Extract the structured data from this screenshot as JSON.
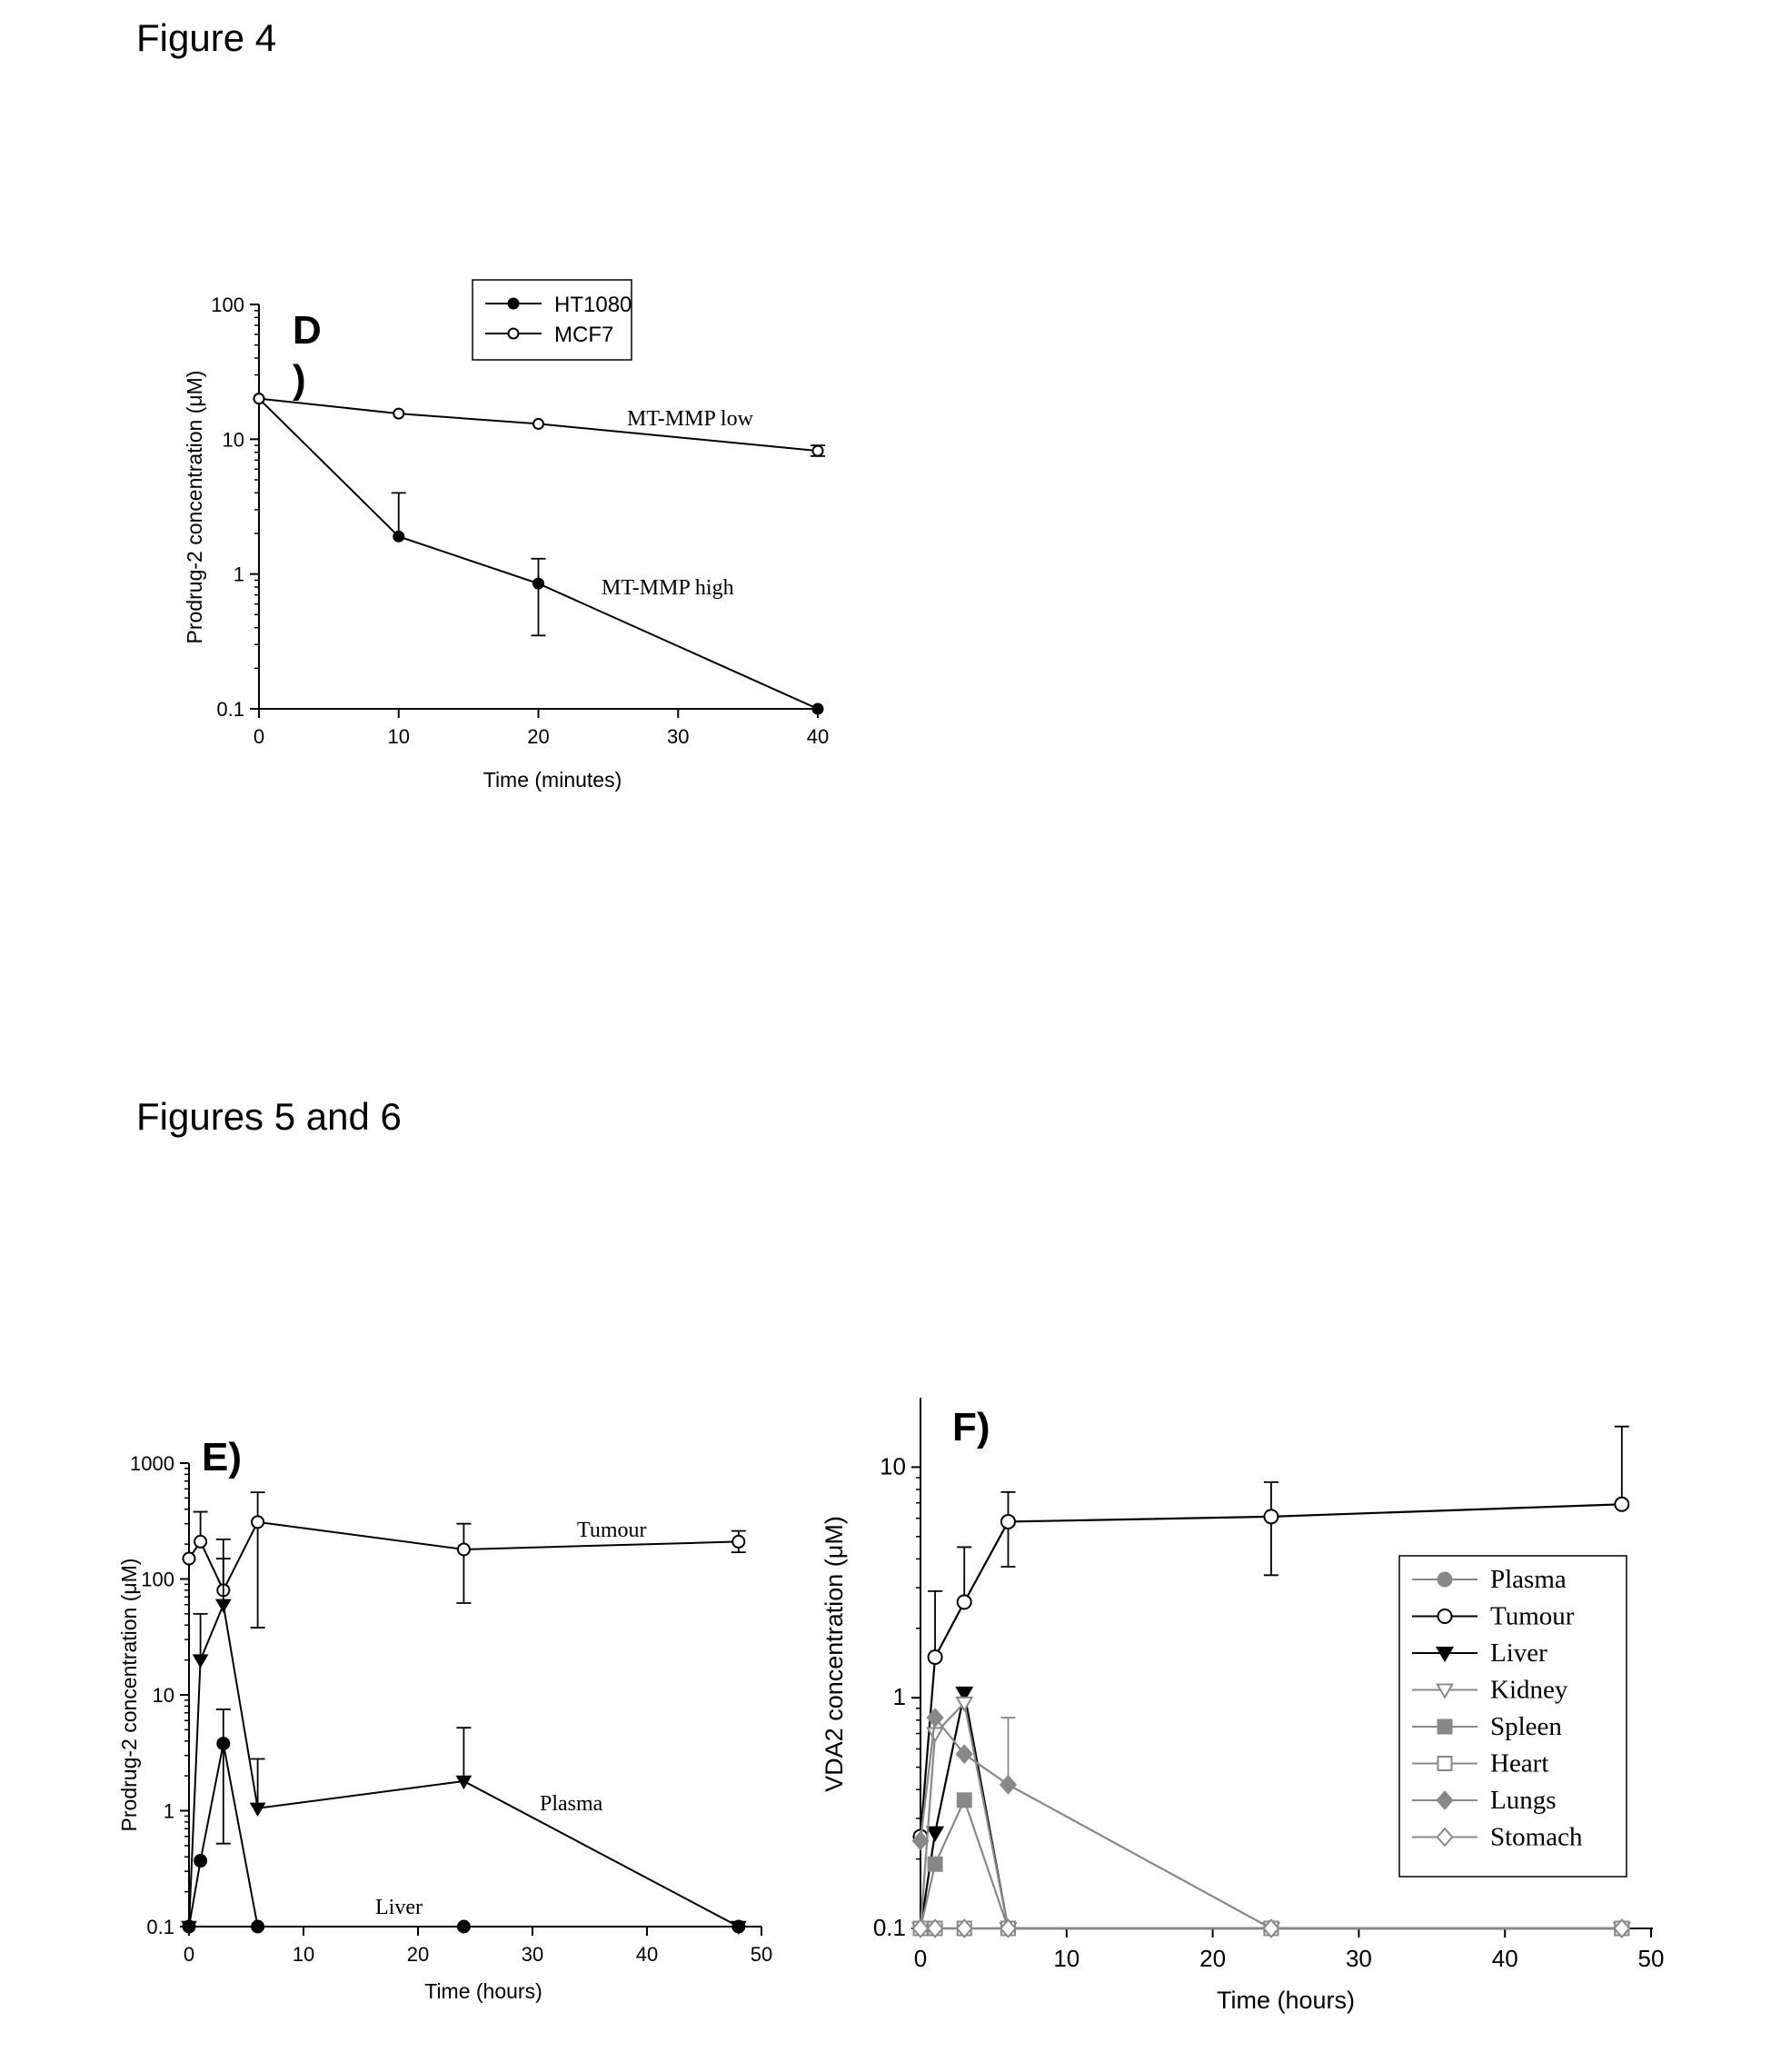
{
  "headings": {
    "figure4": "Figure 4",
    "figures5and6": "Figures 5 and 6"
  },
  "chart_data": [
    {
      "id": "D",
      "type": "line",
      "panel_label": "D",
      "panel_label_2": ")",
      "xlabel": "Time (minutes)",
      "ylabel": "Prodrug-2 concentration (μM)",
      "xlim": [
        0,
        40
      ],
      "ylim": [
        0.1,
        100
      ],
      "yscale": "log",
      "xticks": [
        "0",
        "10",
        "20",
        "30",
        "40"
      ],
      "yticks": [
        "0.1",
        "1",
        "10",
        "100"
      ],
      "legend_position": "top",
      "series": [
        {
          "name": "HT1080",
          "marker": "filled-circle",
          "color": "#000000",
          "x": [
            0,
            10,
            20,
            40
          ],
          "y": [
            20,
            1.9,
            0.85,
            0.1
          ],
          "err_up": [
            null,
            4.0,
            1.3,
            null
          ],
          "err_down": [
            null,
            null,
            0.35,
            null
          ]
        },
        {
          "name": "MCF7",
          "marker": "open-circle",
          "color": "#000000",
          "x": [
            0,
            10,
            20,
            40
          ],
          "y": [
            20,
            15.5,
            13,
            8.2
          ],
          "err_up": [
            null,
            null,
            null,
            9.0
          ],
          "err_down": [
            null,
            null,
            null,
            7.5
          ]
        }
      ],
      "annotations": [
        {
          "text": "MT-MMP low",
          "x": 21,
          "y": 11.5
        },
        {
          "text": "MT-MMP high",
          "x": 16.5,
          "y": 0.93
        }
      ]
    },
    {
      "id": "E",
      "type": "line",
      "panel_label": "E)",
      "xlabel": "Time (hours)",
      "ylabel": "Prodrug-2 concentration (μM)",
      "xlim": [
        0,
        50
      ],
      "ylim": [
        0.1,
        1000
      ],
      "yscale": "log",
      "xticks": [
        "0",
        "10",
        "20",
        "30",
        "40",
        "50"
      ],
      "yticks": [
        "0.1",
        "1",
        "10",
        "100",
        "1000"
      ],
      "series": [
        {
          "name": "Tumour",
          "marker": "open-circle",
          "color": "#000000",
          "x": [
            0,
            1,
            3,
            6,
            24,
            48
          ],
          "y": [
            150,
            210,
            80,
            310,
            180,
            210
          ],
          "err_up": [
            null,
            380,
            220,
            560,
            300,
            260
          ],
          "err_down": [
            null,
            null,
            null,
            38,
            62,
            170
          ]
        },
        {
          "name": "Plasma",
          "marker": "filled-triangle-down",
          "color": "#000000",
          "x": [
            0,
            1,
            3,
            6,
            24,
            48
          ],
          "y": [
            0.1,
            20,
            60,
            1.05,
            1.8,
            0.1
          ],
          "err_up": [
            null,
            50,
            150,
            2.8,
            5.2,
            null
          ],
          "err_down": [
            null,
            null,
            null,
            null,
            null,
            null
          ]
        },
        {
          "name": "Liver",
          "marker": "filled-circle",
          "color": "#000000",
          "x": [
            0,
            1,
            3,
            6,
            24,
            48
          ],
          "y": [
            0.1,
            0.37,
            3.8,
            0.1,
            0.1,
            0.1
          ],
          "err_up": [
            null,
            null,
            7.5,
            null,
            null,
            null
          ],
          "err_down": [
            null,
            null,
            0.52,
            null,
            null,
            null
          ]
        }
      ],
      "annotations": [
        {
          "text": "Tumour",
          "x": 34.5,
          "y": 210
        },
        {
          "text": "Plasma",
          "x": 33,
          "y": 1.05
        },
        {
          "text": "Liver",
          "x": 17,
          "y": 0.12
        }
      ]
    },
    {
      "id": "F",
      "type": "line",
      "panel_label": "F)",
      "xlabel": "Time (hours)",
      "ylabel": "VDA2 concentration (μM)",
      "xlim": [
        0,
        50
      ],
      "ylim": [
        0.1,
        20
      ],
      "yscale": "log",
      "xticks": [
        "0",
        "10",
        "20",
        "30",
        "40",
        "50"
      ],
      "yticks": [
        "0.1",
        "1",
        "10"
      ],
      "legend_position": "right",
      "series": [
        {
          "name": "Plasma",
          "marker": "filled-circle",
          "color": "#888888",
          "x": [
            0,
            1,
            3,
            6,
            24,
            48
          ],
          "y": [
            0.1,
            0.1,
            0.1,
            0.1,
            0.1,
            0.1
          ]
        },
        {
          "name": "Tumour",
          "marker": "open-circle",
          "color": "#000000",
          "x": [
            0,
            1,
            3,
            6,
            24,
            48
          ],
          "y": [
            0.25,
            1.5,
            2.6,
            5.8,
            6.1,
            6.9
          ],
          "err_up": [
            null,
            2.9,
            4.5,
            7.8,
            8.6,
            15
          ],
          "err_down": [
            null,
            null,
            null,
            3.7,
            3.4,
            null
          ]
        },
        {
          "name": "Liver",
          "marker": "filled-triangle-down",
          "color": "#000000",
          "x": [
            0,
            1,
            3,
            6,
            24,
            48
          ],
          "y": [
            0.1,
            0.26,
            1.05,
            0.1,
            0.1,
            0.1
          ]
        },
        {
          "name": "Kidney",
          "marker": "open-triangle-down",
          "color": "#888888",
          "x": [
            0,
            1,
            3,
            6,
            24,
            48
          ],
          "y": [
            0.1,
            0.7,
            0.95,
            0.1,
            0.1,
            0.1
          ]
        },
        {
          "name": "Spleen",
          "marker": "filled-square",
          "color": "#888888",
          "x": [
            0,
            1,
            3,
            6,
            24,
            48
          ],
          "y": [
            0.1,
            0.19,
            0.36,
            0.1,
            0.1,
            0.1
          ]
        },
        {
          "name": "Heart",
          "marker": "open-square",
          "color": "#888888",
          "x": [
            0,
            1,
            3,
            6,
            24,
            48
          ],
          "y": [
            0.1,
            0.1,
            0.1,
            0.1,
            0.1,
            0.1
          ]
        },
        {
          "name": "Lungs",
          "marker": "filled-diamond",
          "color": "#888888",
          "x": [
            0,
            1,
            3,
            6,
            24,
            48
          ],
          "y": [
            0.24,
            0.82,
            0.57,
            0.42,
            0.1,
            0.1
          ],
          "err_up": [
            null,
            null,
            null,
            0.82,
            null,
            null
          ],
          "err_down": [
            null,
            null,
            null,
            null,
            null,
            null
          ]
        },
        {
          "name": "Stomach",
          "marker": "open-diamond",
          "color": "#888888",
          "x": [
            0,
            1,
            3,
            6,
            24,
            48
          ],
          "y": [
            0.1,
            0.1,
            0.1,
            0.1,
            0.1,
            0.1
          ]
        }
      ]
    }
  ]
}
